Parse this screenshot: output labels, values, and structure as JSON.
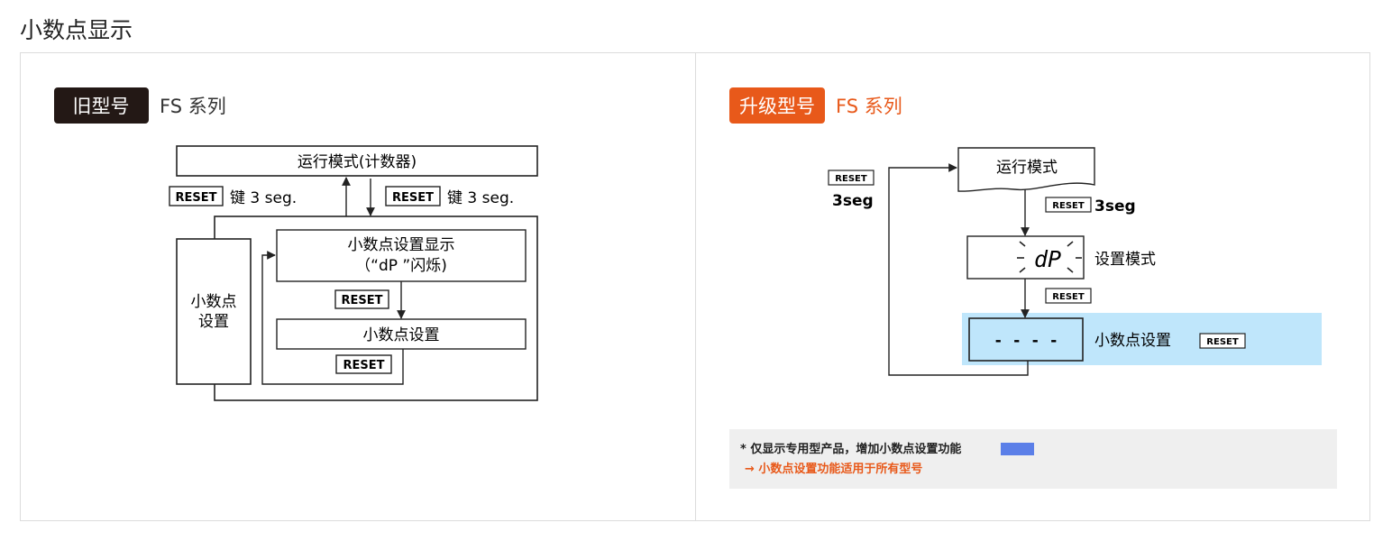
{
  "page": {
    "title": "小数点显示"
  },
  "colors": {
    "dark_badge": "#231815",
    "orange": "#e8591a",
    "highlight": "#bfe6fb",
    "note_bg": "#efefef",
    "note_chip": "#5b7fe8"
  },
  "old": {
    "badge": "旧型号",
    "series": "FS 系列",
    "run_mode": "运行模式(计数器)",
    "reset": "RESET",
    "key_3seg_left": "键 3 seg.",
    "key_3seg_right": "键 3 seg.",
    "side_line1": "小数点",
    "side_line2": "设置",
    "dp_display_line1": "小数点设置显示",
    "dp_display_line2": "（“dP ”闪烁)",
    "dp_setting": "小数点设置"
  },
  "new": {
    "badge": "升级型号",
    "series": "FS 系列",
    "run_mode": "运行模式",
    "reset": "RESET",
    "left_3seg": "3seg",
    "mid_3seg": "3seg",
    "display_dp": "dP",
    "setting_mode": "设置模式",
    "dashes": "- - - -",
    "dp_setting": "小数点设置",
    "note_line1": "* 仅显示专用型产品，增加小数点设置功能",
    "note_line2": "→ 小数点设置功能适用于所有型号"
  }
}
